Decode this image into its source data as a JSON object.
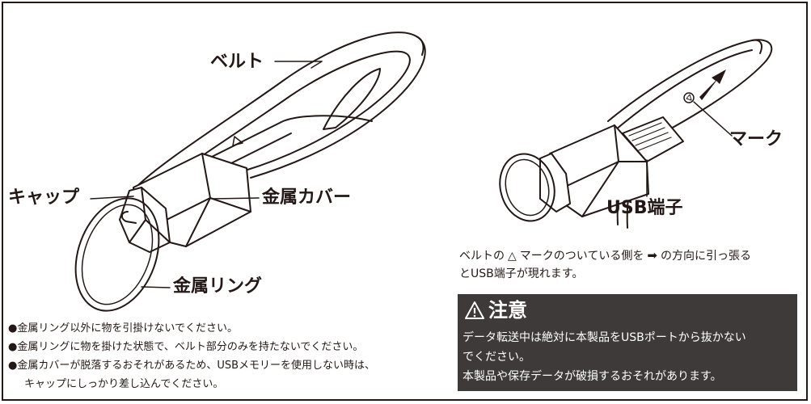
{
  "labels": {
    "belt": "ベルト",
    "cap": "キャップ",
    "metal_cover": "金属カバー",
    "metal_ring": "金属リング",
    "mark": "マーク",
    "usb_terminal": "USB端子"
  },
  "instruction": {
    "part1": "ベルトの",
    "part2": "マークのついている側を",
    "part3": "の方向に引っ張る",
    "line2": "とUSB端子が現れます。"
  },
  "warning": {
    "title": "注意",
    "lines": [
      "データ転送中は絶対に本製品をUSBポートから抜かない",
      "でください。",
      "本製品や保存データが破損するおそれがあります。"
    ]
  },
  "notes": [
    "金属リング以外に物を引掛けないでください。",
    "金属リングに物を掛けた状態で、ベルト部分のみを持たないでください。",
    "金属カバーが脱落するおそれがあるため、USBメモリーを使用しない時は、",
    "キャップにしっかり差し込んでください。"
  ],
  "bullet": "●",
  "colors": {
    "ink": "#231815",
    "warning_bg": "#3e3a39",
    "warning_text": "#ffffff"
  }
}
